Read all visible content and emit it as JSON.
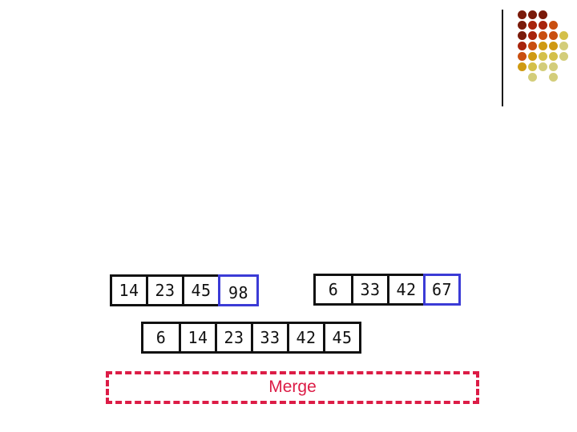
{
  "arrays": {
    "left": [
      "14",
      "23",
      "45",
      "98"
    ],
    "right": [
      "6",
      "33",
      "42",
      "67"
    ],
    "merged": [
      "6",
      "14",
      "23",
      "33",
      "42",
      "45"
    ]
  },
  "merge_button": {
    "label": "Merge"
  },
  "colors": {
    "cell_border": "#111111",
    "highlight_border": "#3b3bd6",
    "merge_accent": "#dc1c46",
    "dot_palette": [
      "#7a1a0a",
      "#a8240c",
      "#c94f10",
      "#cf9a12",
      "#d4c04a",
      "#d3cd7a"
    ]
  }
}
